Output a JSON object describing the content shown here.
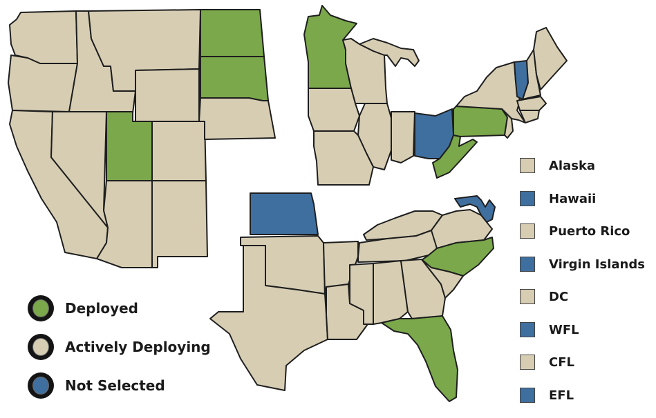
{
  "colors": {
    "deployed": "#7aa84a",
    "actively_deploying": "#d6cdb3",
    "not_selected": "#3f6f9f",
    "border": "#1e1e1e"
  },
  "status_legend": [
    {
      "label": "Deployed",
      "status": "deployed"
    },
    {
      "label": "Actively Deploying",
      "status": "actively_deploying"
    },
    {
      "label": "Not Selected",
      "status": "not_selected"
    }
  ],
  "region_legend": [
    {
      "label": "Alaska",
      "status": "actively_deploying"
    },
    {
      "label": "Hawaii",
      "status": "not_selected"
    },
    {
      "label": "Puerto Rico",
      "status": "actively_deploying"
    },
    {
      "label": "Virgin Islands",
      "status": "not_selected"
    },
    {
      "label": "DC",
      "status": "actively_deploying"
    },
    {
      "label": "WFL",
      "status": "not_selected"
    },
    {
      "label": "CFL",
      "status": "actively_deploying"
    },
    {
      "label": "EFL",
      "status": "not_selected"
    }
  ],
  "states": {
    "WA": "actively_deploying",
    "OR": "actively_deploying",
    "CA": "actively_deploying",
    "ID": "actively_deploying",
    "NV": "actively_deploying",
    "MT": "actively_deploying",
    "WY": "actively_deploying",
    "UT": "deployed",
    "AZ": "actively_deploying",
    "CO": "actively_deploying",
    "NM": "actively_deploying",
    "ND": "deployed",
    "SD": "deployed",
    "NE": "actively_deploying",
    "MN": "deployed",
    "WI": "actively_deploying",
    "IA": "actively_deploying",
    "MO": "actively_deploying",
    "IL": "actively_deploying",
    "MI": "actively_deploying",
    "IN": "actively_deploying",
    "OH": "not_selected",
    "PA": "deployed",
    "WV": "deployed",
    "NY": "actively_deploying",
    "VT": "not_selected",
    "NH": "actively_deploying",
    "ME": "actively_deploying",
    "MA": "actively_deploying",
    "CT": "actively_deploying",
    "NJ": "actively_deploying",
    "KS": "not_selected",
    "MD": "not_selected",
    "OK": "actively_deploying",
    "TX": "actively_deploying",
    "AR": "actively_deploying",
    "LA": "actively_deploying",
    "KY": "actively_deploying",
    "TN": "actively_deploying",
    "MS": "actively_deploying",
    "AL": "actively_deploying",
    "GA": "actively_deploying",
    "VA": "actively_deploying",
    "NC": "deployed",
    "SC": "actively_deploying",
    "FL": "deployed"
  }
}
